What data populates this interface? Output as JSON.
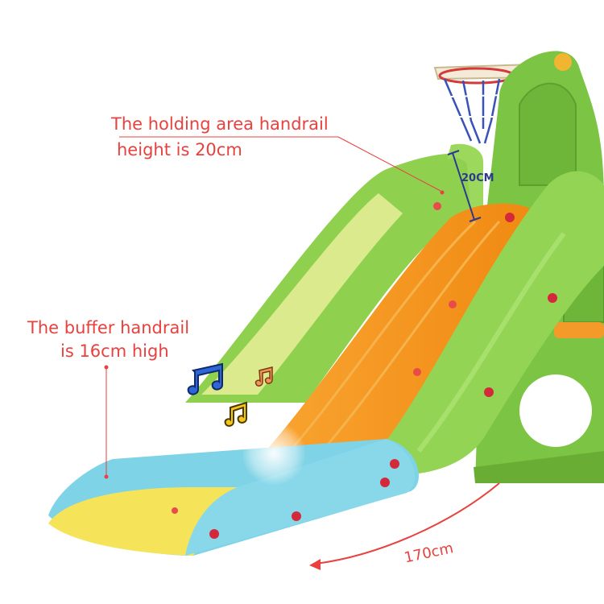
{
  "colors": {
    "annotation_red": "#e8413f",
    "dimension_blue": "#2b3a8f",
    "rail_green": "#8fd14f",
    "body_green": "#7cc443",
    "chute_orange": "#f7941d",
    "base_blue": "#7fd3e6",
    "base_yellow": "#f5e35a",
    "rivet_red": "#d4293a"
  },
  "annotations": {
    "holding_area": {
      "line1": "The holding area handrail",
      "line2": "height is 20cm"
    },
    "buffer": {
      "line1": "The buffer handrail",
      "line2": "is 16cm high"
    }
  },
  "dimensions": {
    "rail_height": "20CM",
    "slide_length": "170cm"
  },
  "icons": [
    "music-note-blue-icon",
    "music-note-yellow-icon",
    "music-note-orange-icon"
  ]
}
